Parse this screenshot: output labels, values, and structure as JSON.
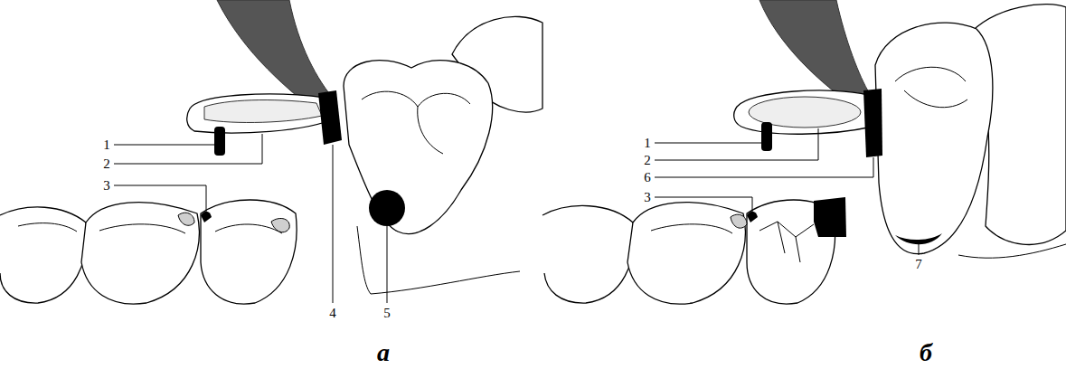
{
  "diagram": {
    "labels": [
      "1",
      "2",
      "3",
      "4",
      "5",
      "а",
      "1",
      "2",
      "6",
      "3",
      "7",
      "б"
    ]
  }
}
